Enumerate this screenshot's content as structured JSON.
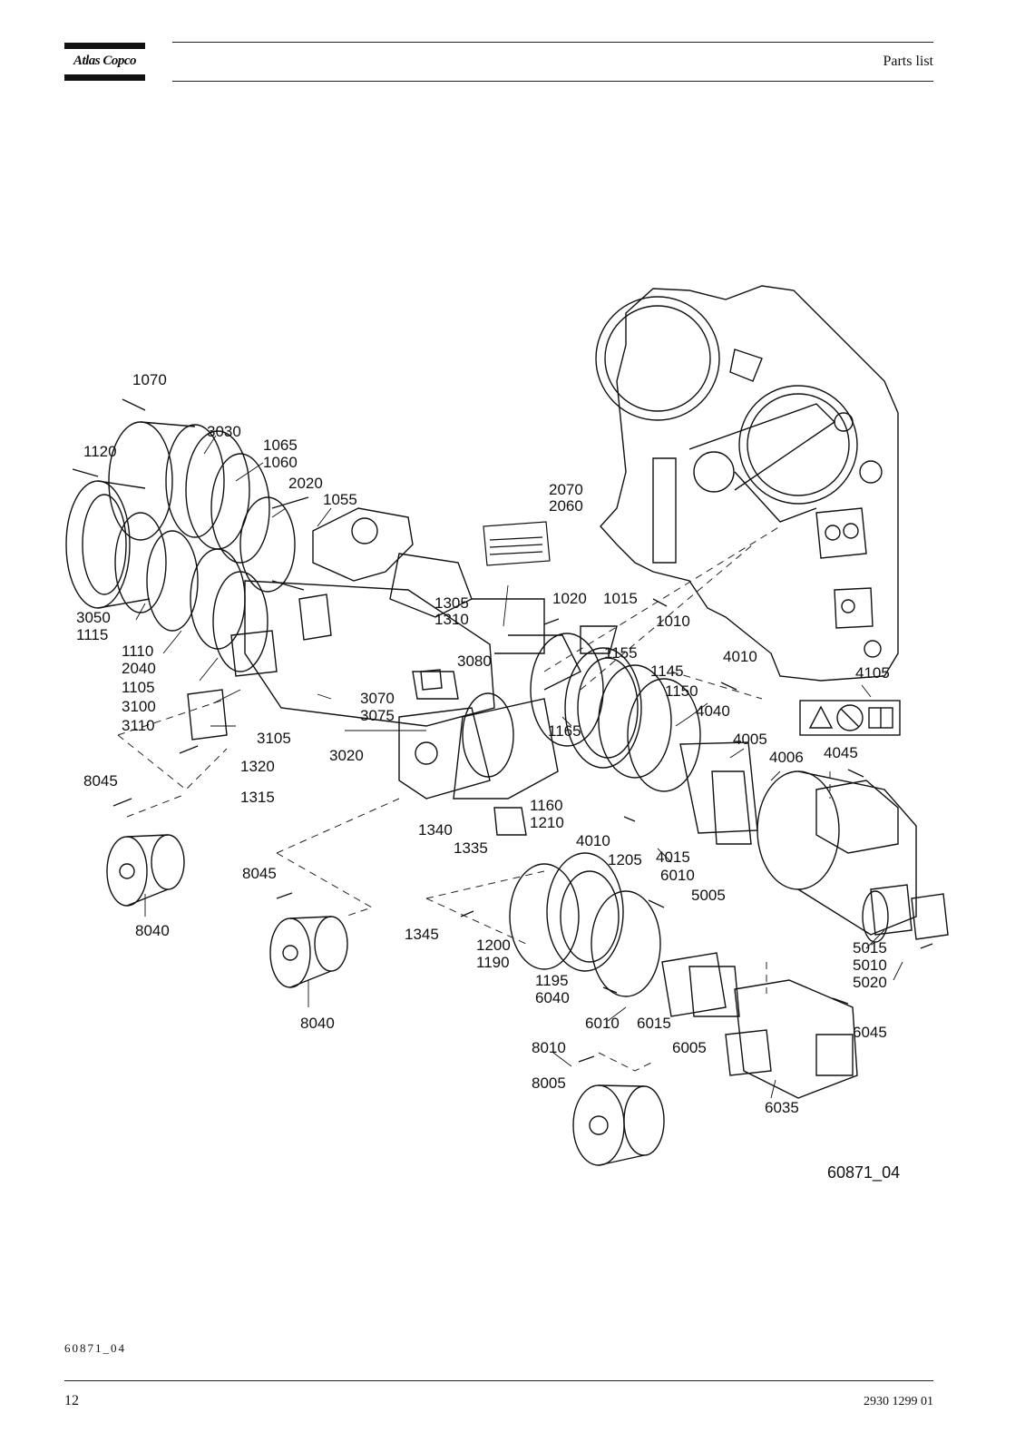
{
  "header": {
    "brand": "Atlas Copco",
    "title": "Parts list"
  },
  "diagram": {
    "figure_id": "60871_04",
    "callouts": [
      "1070",
      "3030",
      "1120",
      "1065",
      "1060",
      "2020",
      "1055",
      "2070",
      "2060",
      "3050",
      "1115",
      "1110",
      "2040",
      "1105",
      "3100",
      "3110",
      "1305",
      "1310",
      "1020",
      "1015",
      "1010",
      "3080",
      "1155",
      "4010",
      "4105",
      "3070",
      "3075",
      "1145",
      "1150",
      "4040",
      "1165",
      "3105",
      "4005",
      "4045",
      "1320",
      "3020",
      "4006",
      "8045",
      "1315",
      "1160",
      "1210",
      "1340",
      "4010",
      "1335",
      "4015",
      "1205",
      "8045",
      "6010",
      "5005",
      "8040",
      "1345",
      "1200",
      "1190",
      "5015",
      "5010",
      "5020",
      "1195",
      "6040",
      "8040",
      "6010",
      "6015",
      "6045",
      "8010",
      "6005",
      "8005",
      "6035"
    ],
    "safety_label": {
      "icons": [
        "warning-triangle-icon",
        "no-symbol-icon",
        "manual-book-icon"
      ]
    }
  },
  "footer": {
    "figure_ref": "60871_04",
    "page_number": "12",
    "document_number": "2930 1299 01"
  }
}
